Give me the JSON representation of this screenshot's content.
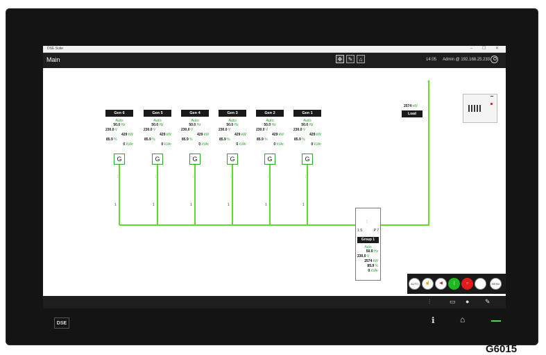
{
  "window": {
    "title": "DSE Suite",
    "controls": "–  ☐  ✕"
  },
  "appbar": {
    "title": "Main",
    "time": "14:05",
    "user": "Admin @ 192.168.25.233"
  },
  "generators": [
    {
      "name": "Gen 6",
      "mode": "Auto",
      "freq": "50.0",
      "volt": "230.0",
      "kw": "429",
      "pf": "85.9",
      "kvar": "0",
      "label": "G",
      "breaker_no": "1"
    },
    {
      "name": "Gen 5",
      "mode": "Auto",
      "freq": "50.0",
      "volt": "230.0",
      "kw": "429",
      "pf": "85.9",
      "kvar": "0",
      "label": "G",
      "breaker_no": "1"
    },
    {
      "name": "Gen 4",
      "mode": "Auto",
      "freq": "50.0",
      "volt": "230.0",
      "kw": "429",
      "pf": "85.9",
      "kvar": "0",
      "label": "G",
      "breaker_no": "1"
    },
    {
      "name": "Gen 3",
      "mode": "Auto",
      "freq": "50.0",
      "volt": "230.0",
      "kw": "429",
      "pf": "85.9",
      "kvar": "0",
      "label": "G",
      "breaker_no": "1"
    },
    {
      "name": "Gen 2",
      "mode": "Auto",
      "freq": "50.0",
      "volt": "230.0",
      "kw": "429",
      "pf": "85.9",
      "kvar": "0",
      "label": "G",
      "breaker_no": "1"
    },
    {
      "name": "Gen 1",
      "mode": "Auto",
      "freq": "50.0",
      "volt": "230.0",
      "kw": "429",
      "pf": "85.9",
      "kvar": "0",
      "label": "G",
      "breaker_no": "1"
    }
  ],
  "units": {
    "freq": "Hz",
    "volt": "V",
    "kw": "kW",
    "pf": "%",
    "kvar": "kVAr"
  },
  "group": {
    "name": "Group 1",
    "sp_left": "1 S",
    "sp_right": "P 7",
    "mode": "Auto",
    "freq": "50.0",
    "volt": "230.0",
    "kw": "2574",
    "pf": "85.9",
    "kvar": "0"
  },
  "load": {
    "kw": "2574",
    "label": "Load"
  },
  "controls": {
    "auto": "AUTO",
    "manual": "manual-icon",
    "mute": "mute-icon",
    "start": "start-icon",
    "stop": "stop-icon",
    "blank": "",
    "menu": "MENU"
  },
  "bezel": {
    "logo": "DSE",
    "model": "G6015"
  },
  "colors": {
    "accent": "#5fdc2a",
    "mode_green": "#2aa52a"
  }
}
